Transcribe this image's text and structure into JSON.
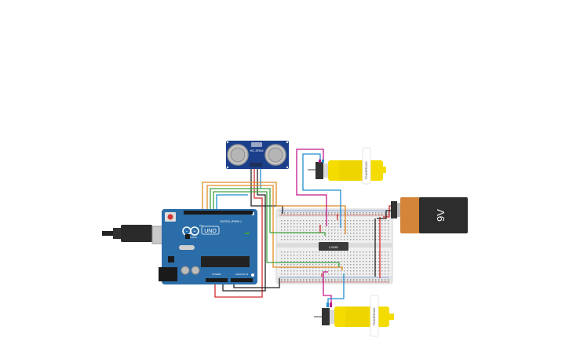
{
  "arduino": {
    "brand": "ARDUINO",
    "model": "UNO",
    "digital_label": "DIGITAL (PWM~)",
    "power_label": "POWER",
    "analog_label": "ANALOG IN",
    "on_label": "ON"
  },
  "sensor": {
    "model": "HC-SR04"
  },
  "driver": {
    "chip_label": "L293D"
  },
  "motor_top": {
    "brand": "TINKERCAD"
  },
  "motor_bottom": {
    "brand": "TINKERCAD"
  },
  "battery": {
    "voltage_label": "9V"
  },
  "colors": {
    "board": "#2b6da8",
    "breadboard": "#eeeeee",
    "motor_yellow": "#f5dc00",
    "battery_orange": "#d4853a",
    "battery_black": "#2d2d2d",
    "wire_orange": "#e08b24",
    "wire_green": "#3ea33e",
    "wire_red": "#d22b2b",
    "wire_magenta": "#c2188b",
    "wire_blue": "#1f8fcf",
    "wire_black": "#222222"
  }
}
